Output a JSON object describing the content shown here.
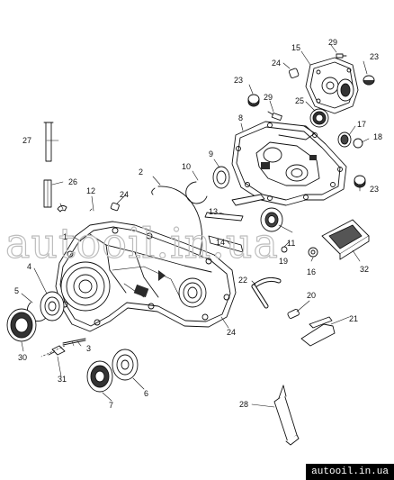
{
  "watermark": "autooil.in.ua",
  "footer_badge": "autooil.in.ua",
  "callouts": {
    "c1": "1",
    "c2": "2",
    "c3": "3",
    "c4": "4",
    "c5": "5",
    "c6": "6",
    "c7": "7",
    "c8": "8",
    "c9": "9",
    "c10": "10",
    "c11": "11",
    "c12": "12",
    "c13": "13",
    "c14": "14",
    "c15": "15",
    "c16": "16",
    "c17": "17",
    "c18": "18",
    "c19": "19",
    "c20": "20",
    "c21": "21",
    "c22": "22",
    "c23a": "23",
    "c23b": "23",
    "c23c": "23",
    "c24a": "24",
    "c24b": "24",
    "c24c": "24",
    "c25": "25",
    "c26": "26",
    "c27": "27",
    "c28": "28",
    "c29a": "29",
    "c29b": "29",
    "c30": "30",
    "c31": "31",
    "c32": "32"
  },
  "colors": {
    "line": "#111111",
    "fill": "#ffffff",
    "shade": "#9a9a9a",
    "dark": "#2a2a2a"
  }
}
